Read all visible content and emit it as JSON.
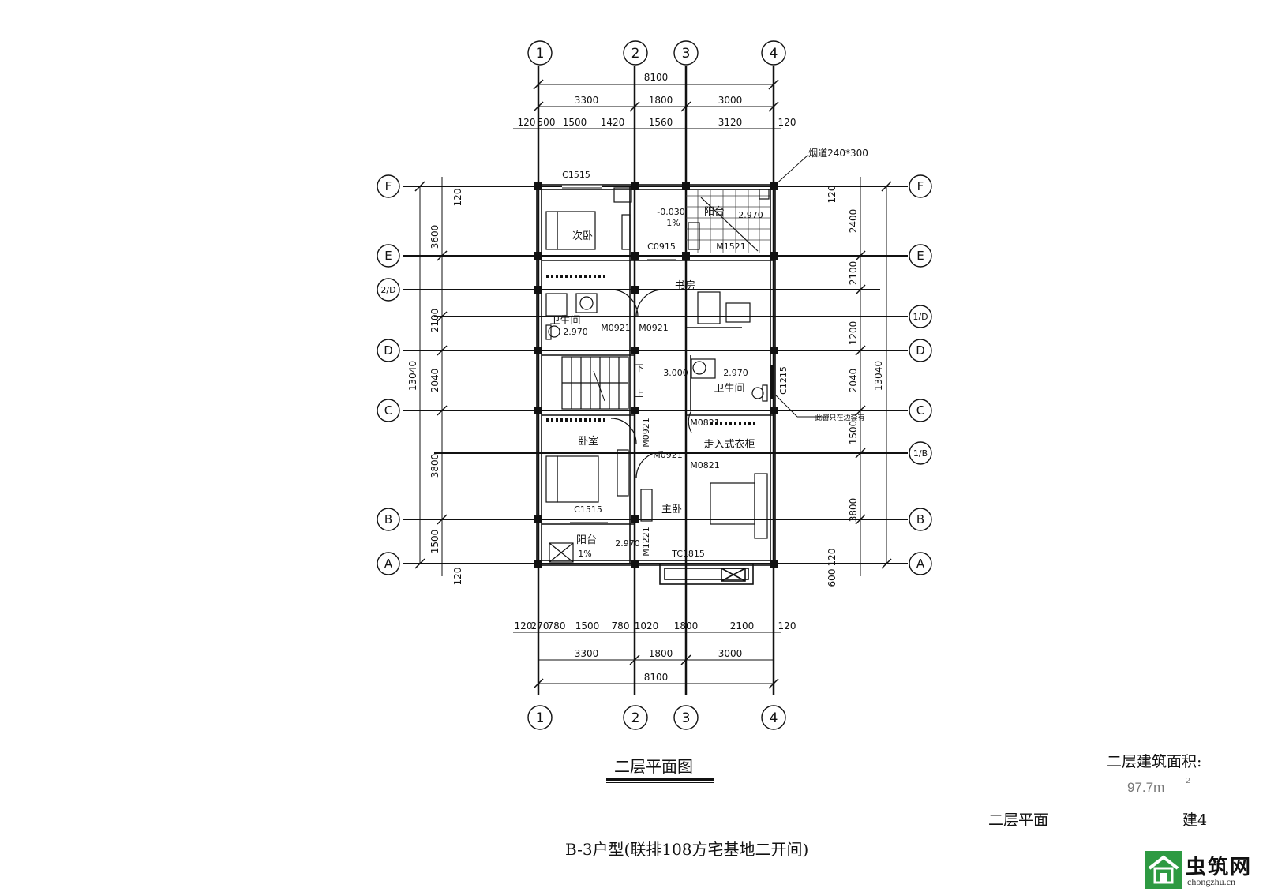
{
  "drawing": {
    "title": "二层平面图",
    "subtitle": "B-3户型(联排108方宅基地二开间)",
    "area_label": "二层建筑面积:",
    "area_value": "97.7m",
    "area_unit_sup": "2",
    "sheet_name": "二层平面",
    "sheet_no": "建4"
  },
  "grid": {
    "vertical_axes": [
      "1",
      "2",
      "3",
      "4"
    ],
    "horizontal_axes": [
      "F",
      "E",
      "2/D",
      "1/D",
      "D",
      "C",
      "1/B",
      "B",
      "A"
    ]
  },
  "dimensions": {
    "top_total": "8100",
    "top_bays": [
      "3300",
      "1800",
      "3000"
    ],
    "top_detail": [
      "120",
      "500",
      "1500",
      "1420",
      "1560",
      "3120",
      "120"
    ],
    "bottom_detail": [
      "120",
      "270",
      "780",
      "1500",
      "780",
      "1020",
      "1800",
      "2100",
      "120"
    ],
    "bottom_bays": [
      "3300",
      "1800",
      "3000"
    ],
    "bottom_total": "8100",
    "left_total": "13040",
    "left_segments": [
      "120",
      "3600",
      "2100",
      "2040",
      "3800",
      "1500",
      "120"
    ],
    "right_total": "13040",
    "right_segments": [
      "120",
      "2400",
      "2100",
      "1200",
      "2040",
      "1500",
      "3800",
      "120",
      "600"
    ]
  },
  "rooms": {
    "second_bedroom": "次卧",
    "balcony_top": "阳台",
    "study": "书房",
    "bathroom_left": "卫生间",
    "bathroom_right": "卫生间",
    "bedroom": "卧室",
    "walk_in_closet": "走入式衣柜",
    "master_bedroom": "主卧",
    "balcony_bottom": "阳台"
  },
  "labels": {
    "c1515_top": "C1515",
    "c0915": "C0915",
    "m1521": "M1521",
    "m0921_a": "M0921",
    "m0921_b": "M0921",
    "m0821": "M0821",
    "m0921_c": "M0921",
    "m0921_d": "M0921",
    "m0821_b": "M0821",
    "c1215": "C1215",
    "c1515_bottom": "C1515",
    "m1221": "M1221",
    "tc1815": "TC1815",
    "chimney": "烟道240*300",
    "window_note": "此窗只在边套有",
    "level_1": "-0.030",
    "slope_1": "1%",
    "level_2": "2.970",
    "level_3": "2.970",
    "level_4": "3.000",
    "level_5": "2.970",
    "level_6": "2.970",
    "slope_2": "1%",
    "stair_down": "下",
    "stair_up": "上"
  },
  "watermark": {
    "site_cn": "虫筑网",
    "site_url": "chongzhu.cn"
  }
}
